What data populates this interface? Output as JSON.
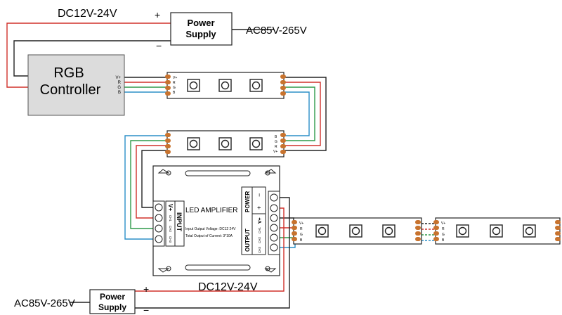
{
  "top_supply": {
    "dc_label": "DC12V-24V",
    "plus": "+",
    "minus": "−",
    "line1": "Power",
    "line2": "Supply",
    "ac_label": "AC85V-265V"
  },
  "controller": {
    "line1": "RGB",
    "line2": "Controller",
    "pins": [
      "V+",
      "R",
      "G",
      "B"
    ]
  },
  "strip_pins": [
    "V+",
    "R",
    "G",
    "B"
  ],
  "amplifier": {
    "title": "LED AMPLIFIER",
    "input_label": "INPUT",
    "input_vplus": "V+",
    "input_channels": [
      "CH1",
      "CH2",
      "CH3"
    ],
    "output_label": "OUTPUT",
    "power_label": "POWER",
    "power_plus": "+",
    "power_minus": "−",
    "output_vplus": "V+",
    "output_channels": [
      "CH1",
      "CH2",
      "CH3"
    ],
    "spec1": "Input Output Voltage: DC12 24V",
    "spec2": "Total Output of Current: 3*10A"
  },
  "bottom_supply": {
    "ac_label": "AC85V-265V",
    "line1": "Power",
    "line2": "Supply",
    "plus": "+",
    "minus": "−",
    "dc_label": "DC12V-24V"
  },
  "colors": {
    "red_wire": "#d0302a",
    "green_wire": "#2e9a4a",
    "blue_wire": "#2b8fc7",
    "black_wire": "#222222",
    "pad": "#c8732e",
    "controller_fill": "#dcdcdc"
  }
}
